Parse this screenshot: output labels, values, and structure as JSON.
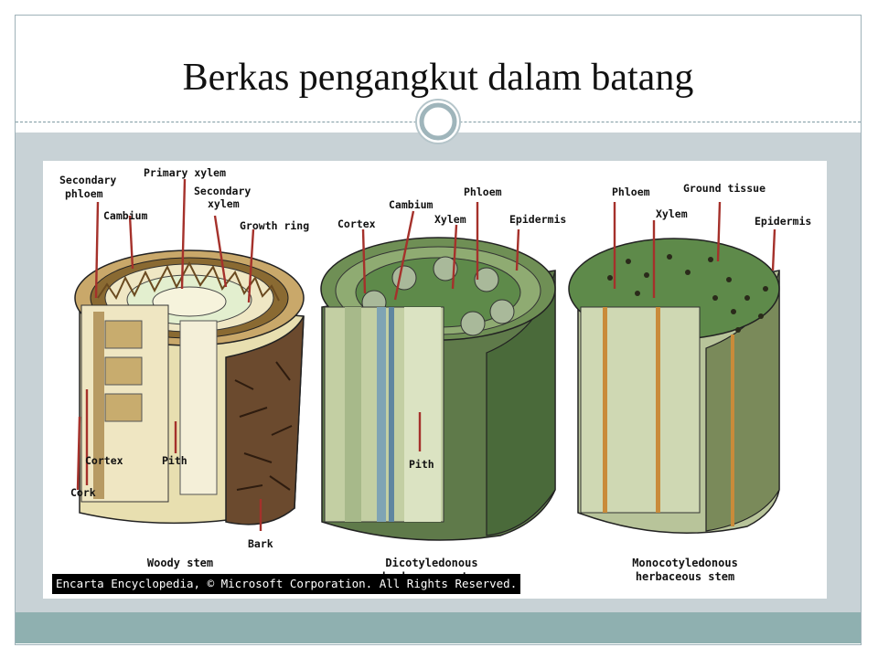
{
  "slide": {
    "title": "Berkas pengangkut dalam batang",
    "colors": {
      "band": "#c8d2d6",
      "footer_band": "#8fb0b0",
      "frame": "#9fb2b9"
    }
  },
  "diagram": {
    "woody": {
      "labels": {
        "secondary_phloem": [
          "Secondary",
          "phloem"
        ],
        "cambium": "Cambium",
        "primary_xylem": "Primary xylem",
        "secondary_xylem": [
          "Secondary",
          "xylem"
        ],
        "growth_ring": "Growth ring",
        "cortex": "Cortex",
        "pith": "Pith",
        "cork": "Cork",
        "bark": "Bark"
      },
      "caption": "Woody stem"
    },
    "dicot": {
      "labels": {
        "cortex": "Cortex",
        "cambium": "Cambium",
        "phloem": "Phloem",
        "xylem": "Xylem",
        "epidermis": "Epidermis",
        "pith": "Pith"
      },
      "caption": [
        "Dicotyledonous",
        "herbaceous stem"
      ]
    },
    "monocot": {
      "labels": {
        "phloem": "Phloem",
        "xylem": "Xylem",
        "ground_tissue": "Ground tissue",
        "epidermis": "Epidermis"
      },
      "caption": [
        "Monocotyledonous",
        "herbaceous stem"
      ]
    },
    "copyright": "Encarta Encyclopedia, © Microsoft Corporation. All Rights Reserved."
  }
}
